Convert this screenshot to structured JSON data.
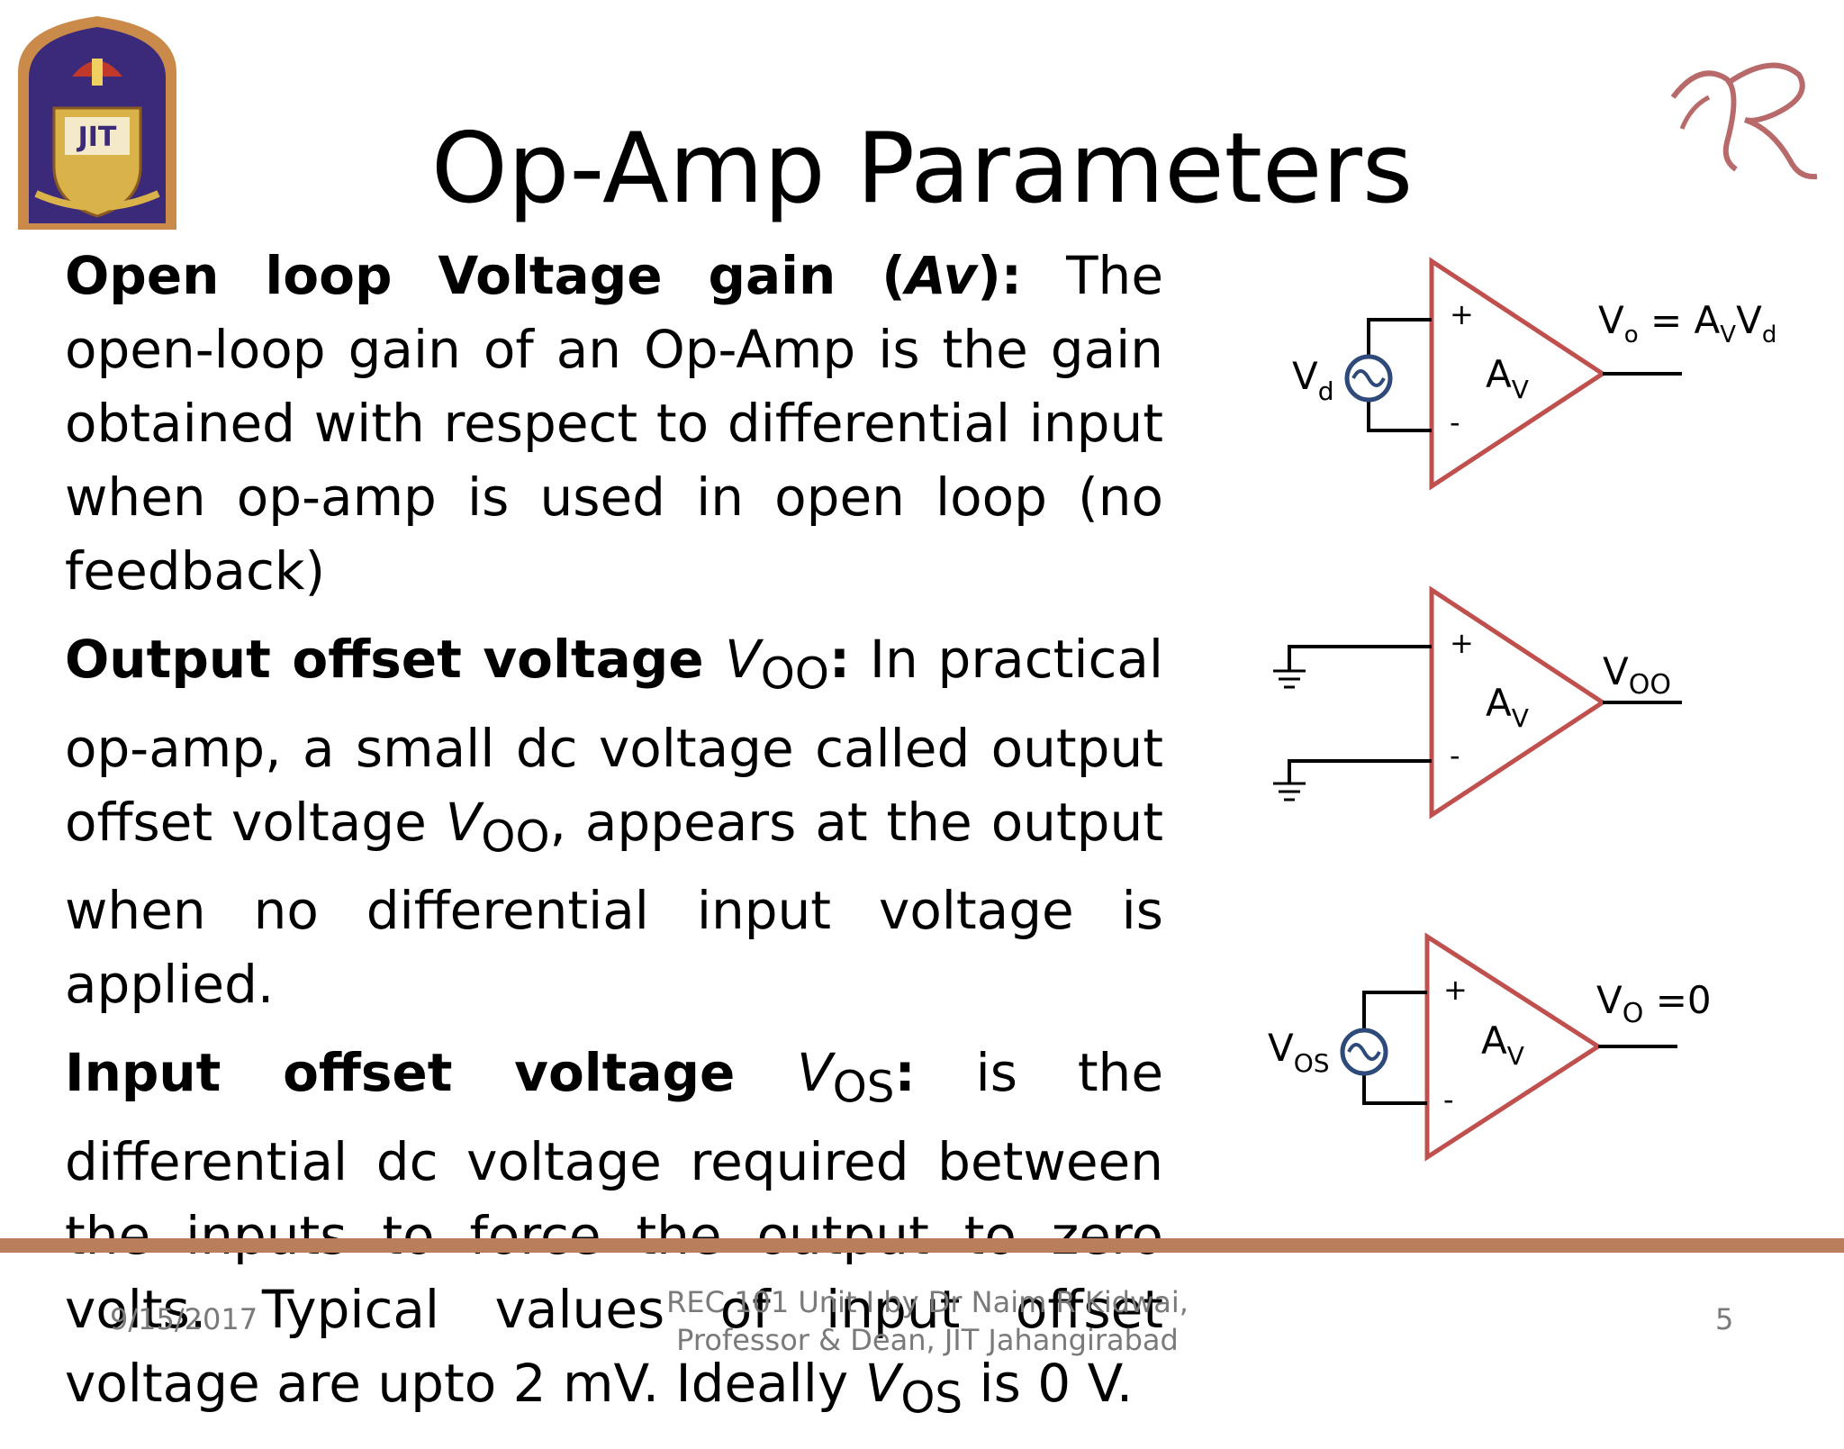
{
  "slide": {
    "title": "Op-Amp Parameters",
    "logo_text": "JIT",
    "logo_name": "jit-crest-logo",
    "monogram_name": "nr-monogram"
  },
  "paragraphs": {
    "p1": {
      "term": "Open loop Voltage gain (",
      "term_symbol": "Av",
      "term_close": "):",
      "text": " The open-loop gain of an Op-Amp is the gain obtained with respect to differential input when op-amp is used in open loop (no feedback)"
    },
    "p2": {
      "term": "Output offset voltage ",
      "sym_v": "V",
      "sym_sub": "OO",
      "colon": ":",
      "text_a": " In practical op-amp, a small dc voltage  called output offset voltage ",
      "text_b": ", appears at the output when no differential input voltage is applied."
    },
    "p3": {
      "term": "Input offset voltage ",
      "sym_v": "V",
      "sym_sub": "OS",
      "colon": ":",
      "text_a": " is the differential dc voltage required between the inputs to force the output to zero volts.  Typical values of input offset voltage are upto 2 mV. Ideally ",
      "text_b": " is 0 V."
    }
  },
  "diagrams": {
    "d1": {
      "plus": "+",
      "minus": "-",
      "gain_main": "A",
      "gain_sub": "V",
      "input_main": "V",
      "input_sub": "d",
      "out_v": "V",
      "out_o_sub": "o",
      "out_eq": " = A",
      "out_v_sub": "V",
      "out_v2": "V",
      "out_d_sub": "d"
    },
    "d2": {
      "plus": "+",
      "minus": "-",
      "gain_main": "A",
      "gain_sub": "V",
      "out_main": "V",
      "out_sub": "OO"
    },
    "d3": {
      "plus": "+",
      "minus": "-",
      "gain_main": "A",
      "gain_sub": "V",
      "input_main": "V",
      "input_sub": "OS",
      "out_main": "V",
      "out_sub": "O",
      "out_eq": " =0"
    }
  },
  "footer": {
    "date": "9/15/2017",
    "line1": "REC 101 Unit I by Dr Naim R Kidwai,",
    "line2": "Professor & Dean, JIT Jahangirabad",
    "page": "5"
  },
  "colors": {
    "opamp_triangle": "#c0504d",
    "source_circle": "#2e4a7a",
    "footer_bar": "#b97e5c",
    "footer_text": "#7a7a7a",
    "monogram": "#b86a6a"
  }
}
